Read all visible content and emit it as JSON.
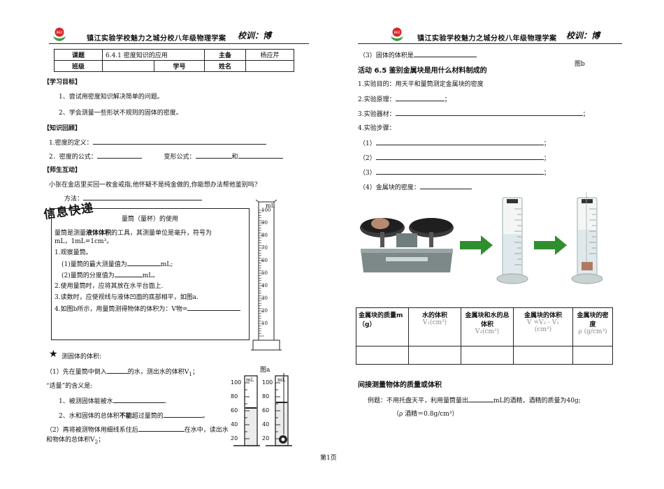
{
  "header": {
    "school_title": "镇江实验学校魅力之城分校八年级物理学案",
    "motto": "校训：博"
  },
  "info_table": {
    "r1_c1": "课题",
    "r1_c2": "6.4.1  密度知识的应用",
    "r1_c3": "主备",
    "r1_c4": "杨应芹",
    "r2_c1": "班级",
    "r2_c2": "学号",
    "r2_c3": "姓名"
  },
  "left": {
    "goals_heading": "【学习目标】",
    "goal1": "1、尝试用密度知识解决简单的问题。",
    "goal2": "2、学会测量一些形状不规则的固体的密度。",
    "review_heading": "【知识回顾】",
    "review1": "1.密度的定义：",
    "review2a": "2．密度的公式：",
    "review2b": "变形公式：",
    "review2c": "和",
    "interact_heading": "【师生互动】",
    "question": "小张在金店里买回一枚金戒指,他怀疑不是纯金做的,你能想办法帮他鉴别吗?",
    "method": "方法：",
    "stamp": "信息快递",
    "box_title": "量筒（量杯）的使用",
    "box_l1a": "量筒是测量",
    "box_l1b": "液体体积",
    "box_l1c": "的工具，其测量单位是毫升，符号为",
    "box_l2": "mL，1mL=1cm³。",
    "box_l3": "1.观察量筒。",
    "box_l4a": "(1)量筒的最大测量值为",
    "box_l4b": "mL;",
    "box_l5a": "(2)量筒的分度值为",
    "box_l5b": "mL。",
    "box_l6": "2.使用量筒时，应将其放在水平台面上.",
    "box_l7": "3.读数时，应使视线与液体凹面的底部相平，如图a.",
    "box_l8": "4.如图b所示，用量筒测得物体的体积为：V物=",
    "cyl_unit": "mL",
    "cyl_ticks": [
      "100",
      "90",
      "80",
      "70",
      "60",
      "50",
      "40",
      "30",
      "20",
      "10"
    ],
    "solid_heading": "测固体的体积:",
    "solid1a": "（1）先在量筒中倒入",
    "solid1b": "的水，测出水的体积V",
    "solid1c": "；",
    "solid_quote": "“适量”的含义是:",
    "solid_m1": "1、被测固体能被水",
    "solid_m2a": "2、水和固体的总体积",
    "solid_m2b": "不能",
    "solid_m2c": "超过量筒的",
    "solid2a": "（2）再将被测物体用细线系住后",
    "solid2b": "在水中，读出水",
    "solid2c": "和物体的总体积V",
    "solid2d": "；",
    "fig_a": "图a",
    "small_ticks": [
      "100",
      "80",
      "60",
      "40",
      "20"
    ]
  },
  "right": {
    "r3a": "（3）固体的体积是",
    "fig_b": "图b",
    "activity": "活动 6.5   鉴别金属块是用什么材料制成的",
    "s1": "1.实验目的：用天平和量筒测定金属块的密度",
    "s2": "2.实验原理：",
    "s3": "3.实验器材：",
    "s4": "4.实验步骤：",
    "st1": "（1）",
    "st2": "（2）",
    "st3": "（3）",
    "st4": "（4）金属块的密度：",
    "col1": "金属块的质量m（g）",
    "col2": "水的体积",
    "col2s": "V₁(cm³)",
    "col3": "金属块和水的总体积",
    "col3s": "V₂(cm³)",
    "col4": "金属块的体积",
    "col4s": "V =V₂ - V₁",
    "col4u": "(cm³)",
    "col5": "金属块的密度",
    "col5s": "ρ      (g/cm³)",
    "indirect": "间接测量物体的质量或体积",
    "example": "例题：不用托盘天平，利用量筒量出",
    "example2": "mL的酒精，酒精的质量为40g;",
    "example3": "（ρ 酒精＝0.8g/cm³）"
  },
  "footer": {
    "page": "第1页"
  },
  "colors": {
    "logo_red": "#d8262a",
    "logo_green": "#3aa14a",
    "arrow": "#2f8f2f"
  }
}
